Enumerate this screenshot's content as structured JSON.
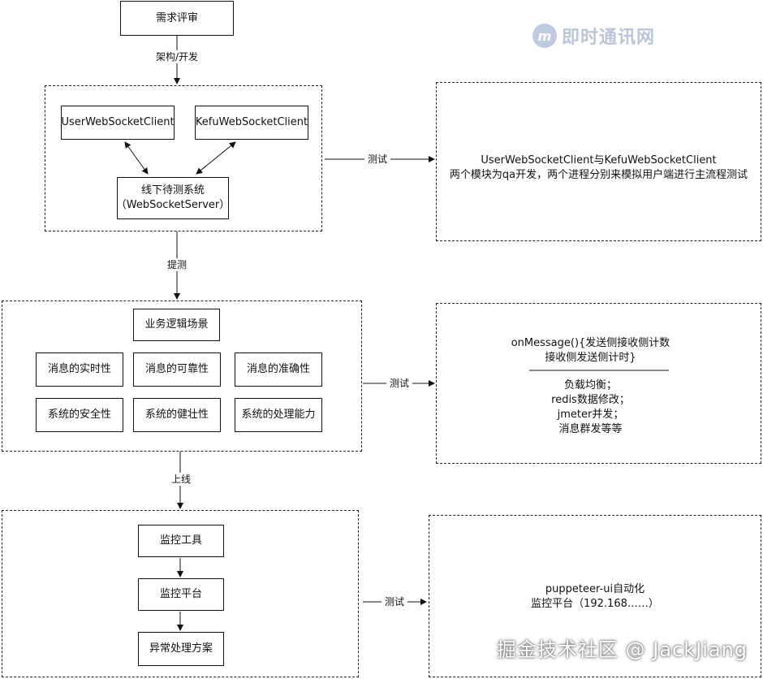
{
  "stages": {
    "review": "需求评审",
    "design": "架构/开发",
    "submit": "提测",
    "release": "上线"
  },
  "dev_group": {
    "user_client": "UserWebSocketClient",
    "kefu_client": "KefuWebSocketClient",
    "server_line1": "线下待测系统",
    "server_line2": "（WebSocketServer）"
  },
  "test_label": "测试",
  "dev_note": {
    "line1": "UserWebSocketClient与KefuWebSocketClient",
    "line2": "两个模块为qa开发，两个进程分别来模拟用户端进行主流程测试"
  },
  "biz_group": {
    "title": "业务逻辑场景",
    "items": [
      "消息的实时性",
      "消息的可靠性",
      "消息的准确性",
      "系统的安全性",
      "系统的健壮性",
      "系统的处理能力"
    ]
  },
  "biz_note": {
    "line1": "onMessage(){发送侧接收侧计数",
    "line2": "接收侧发送侧计时}",
    "items": [
      "负载均衡；",
      "redis数据修改；",
      "jmeter并发；",
      "消息群发等等"
    ]
  },
  "ops_group": {
    "items": [
      "监控工具",
      "监控平台",
      "异常处理方案"
    ]
  },
  "ops_note": {
    "line1": "puppeteer-ui自动化",
    "line2": "监控平台（192.168……）"
  },
  "logo_text": "即时通讯网",
  "logo_mark": "m",
  "watermark": "掘金技术社区 @ JackJiang"
}
